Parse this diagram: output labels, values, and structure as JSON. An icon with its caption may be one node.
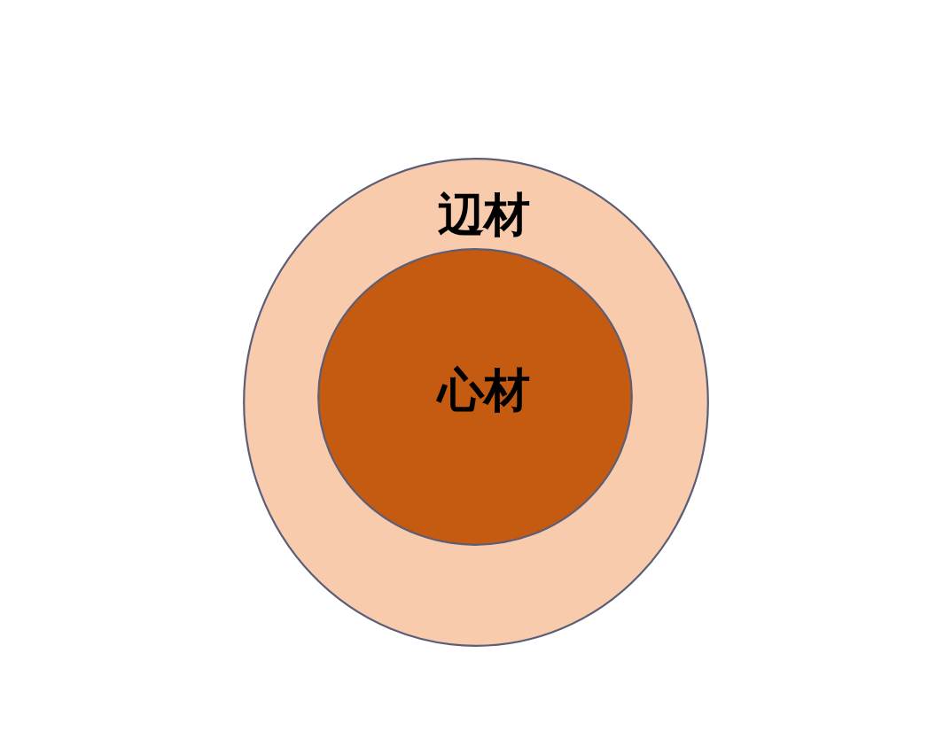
{
  "diagram": {
    "nodes": [
      {
        "text": [
          "辺材"
        ]
      },
      {
        "text": [
          "心材"
        ],
        "in": 0
      }
    ]
  }
}
